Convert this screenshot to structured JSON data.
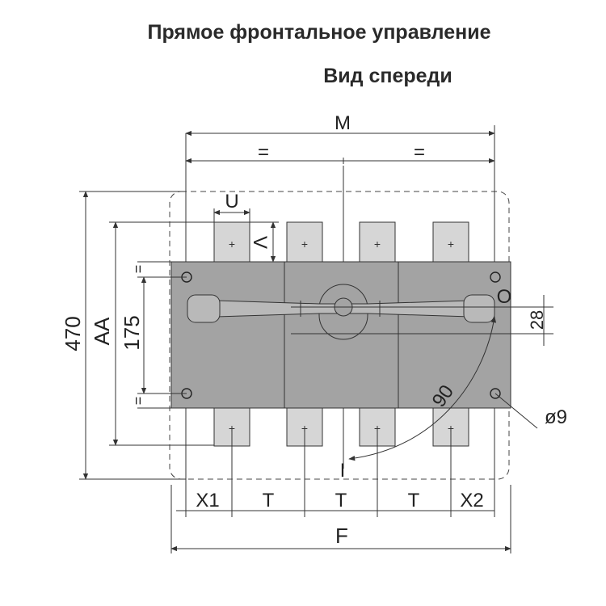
{
  "title": "Прямое фронтальное управление",
  "subtitle": "Вид спереди",
  "labels": {
    "M": "M",
    "eq": "=",
    "U": "U",
    "V": "V",
    "h470": "470",
    "AA": "AA",
    "h175": "175",
    "small_a": "=",
    "O": "O",
    "d28": "28",
    "angle": "90",
    "hole": "ø9",
    "I": "I",
    "X1": "X1",
    "T": "T",
    "X2": "X2",
    "F": "F"
  },
  "colors": {
    "body": "#a3a3a3",
    "terminal": "#d6d6d6",
    "outline": "#333333",
    "handle": "#b9b9b9"
  }
}
